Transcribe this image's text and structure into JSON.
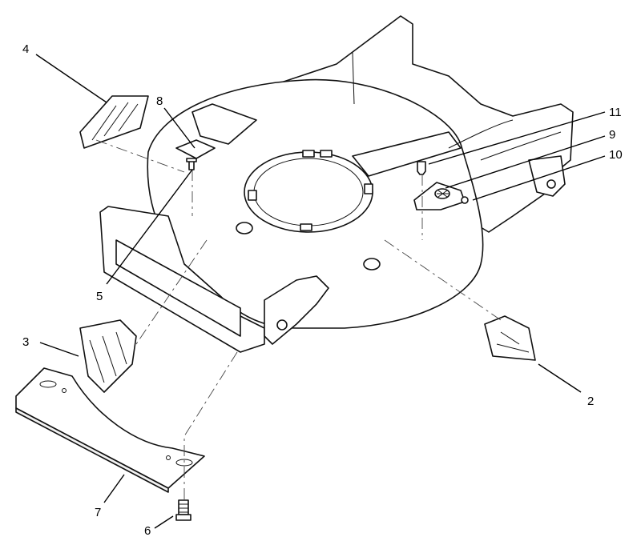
{
  "callouts": [
    {
      "id": "c4",
      "label": "4"
    },
    {
      "id": "c8",
      "label": "8"
    },
    {
      "id": "c11",
      "label": "11"
    },
    {
      "id": "c9",
      "label": "9"
    },
    {
      "id": "c10",
      "label": "10"
    },
    {
      "id": "c5",
      "label": "5"
    },
    {
      "id": "c3",
      "label": "3"
    },
    {
      "id": "c2",
      "label": "2"
    },
    {
      "id": "c7",
      "label": "7"
    },
    {
      "id": "c6",
      "label": "6"
    }
  ],
  "colors": {
    "line": "#111111",
    "background": "#ffffff",
    "shade": "#f2f2f2"
  }
}
